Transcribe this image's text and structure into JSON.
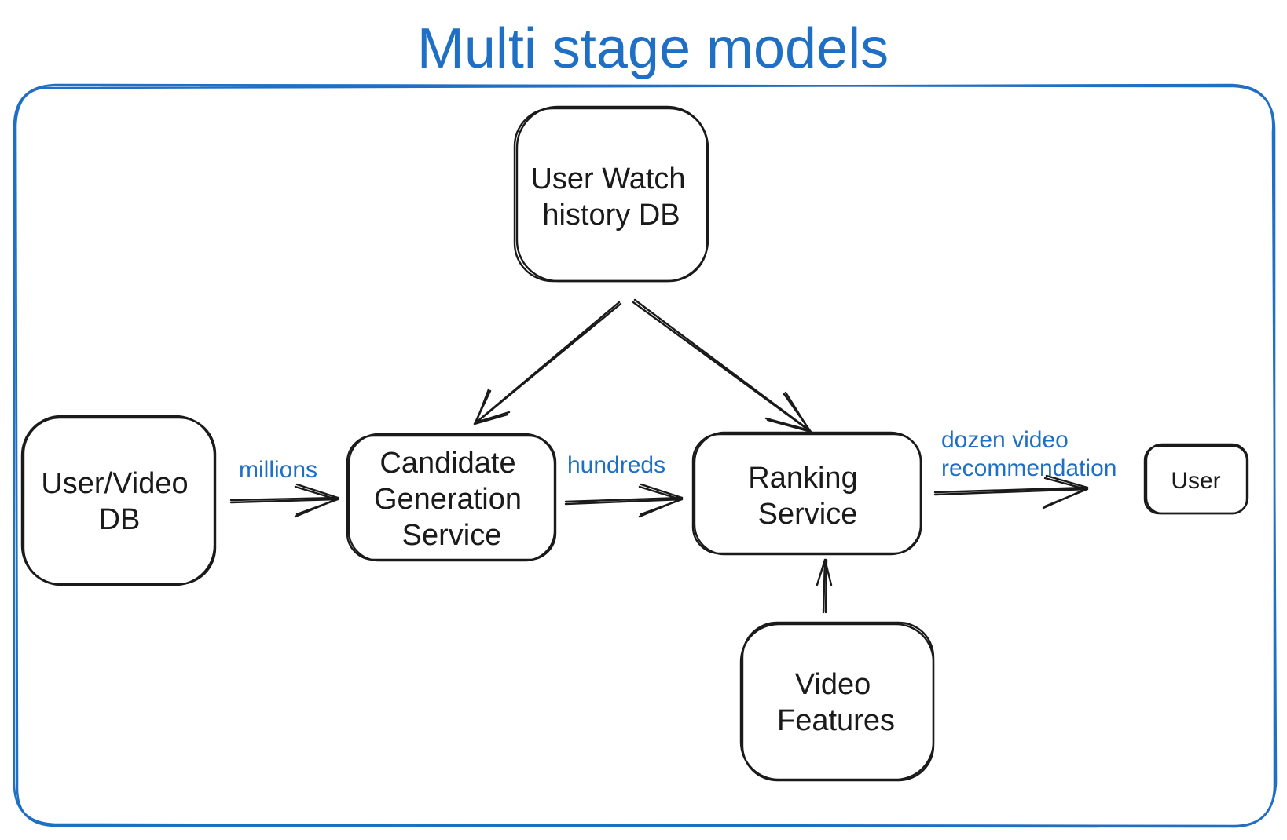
{
  "title": "Multi stage models",
  "colors": {
    "accent": "#1f6fc4",
    "stroke": "#1a1a1a",
    "background": "#ffffff"
  },
  "nodes": {
    "user_watch_history_db": {
      "line1": "User Watch",
      "line2": "history DB"
    },
    "user_video_db": {
      "line1": "User/Video",
      "line2": "DB"
    },
    "candidate_generation_service": {
      "line1": "Candidate",
      "line2": "Generation",
      "line3": "Service"
    },
    "ranking_service": {
      "line1": "Ranking",
      "line2": "Service"
    },
    "video_features": {
      "line1": "Video",
      "line2": "Features"
    },
    "user": {
      "line1": "User"
    }
  },
  "edge_labels": {
    "millions": "millions",
    "hundreds": "hundreds",
    "dozen_line1": "dozen video",
    "dozen_line2": "recommendation"
  }
}
